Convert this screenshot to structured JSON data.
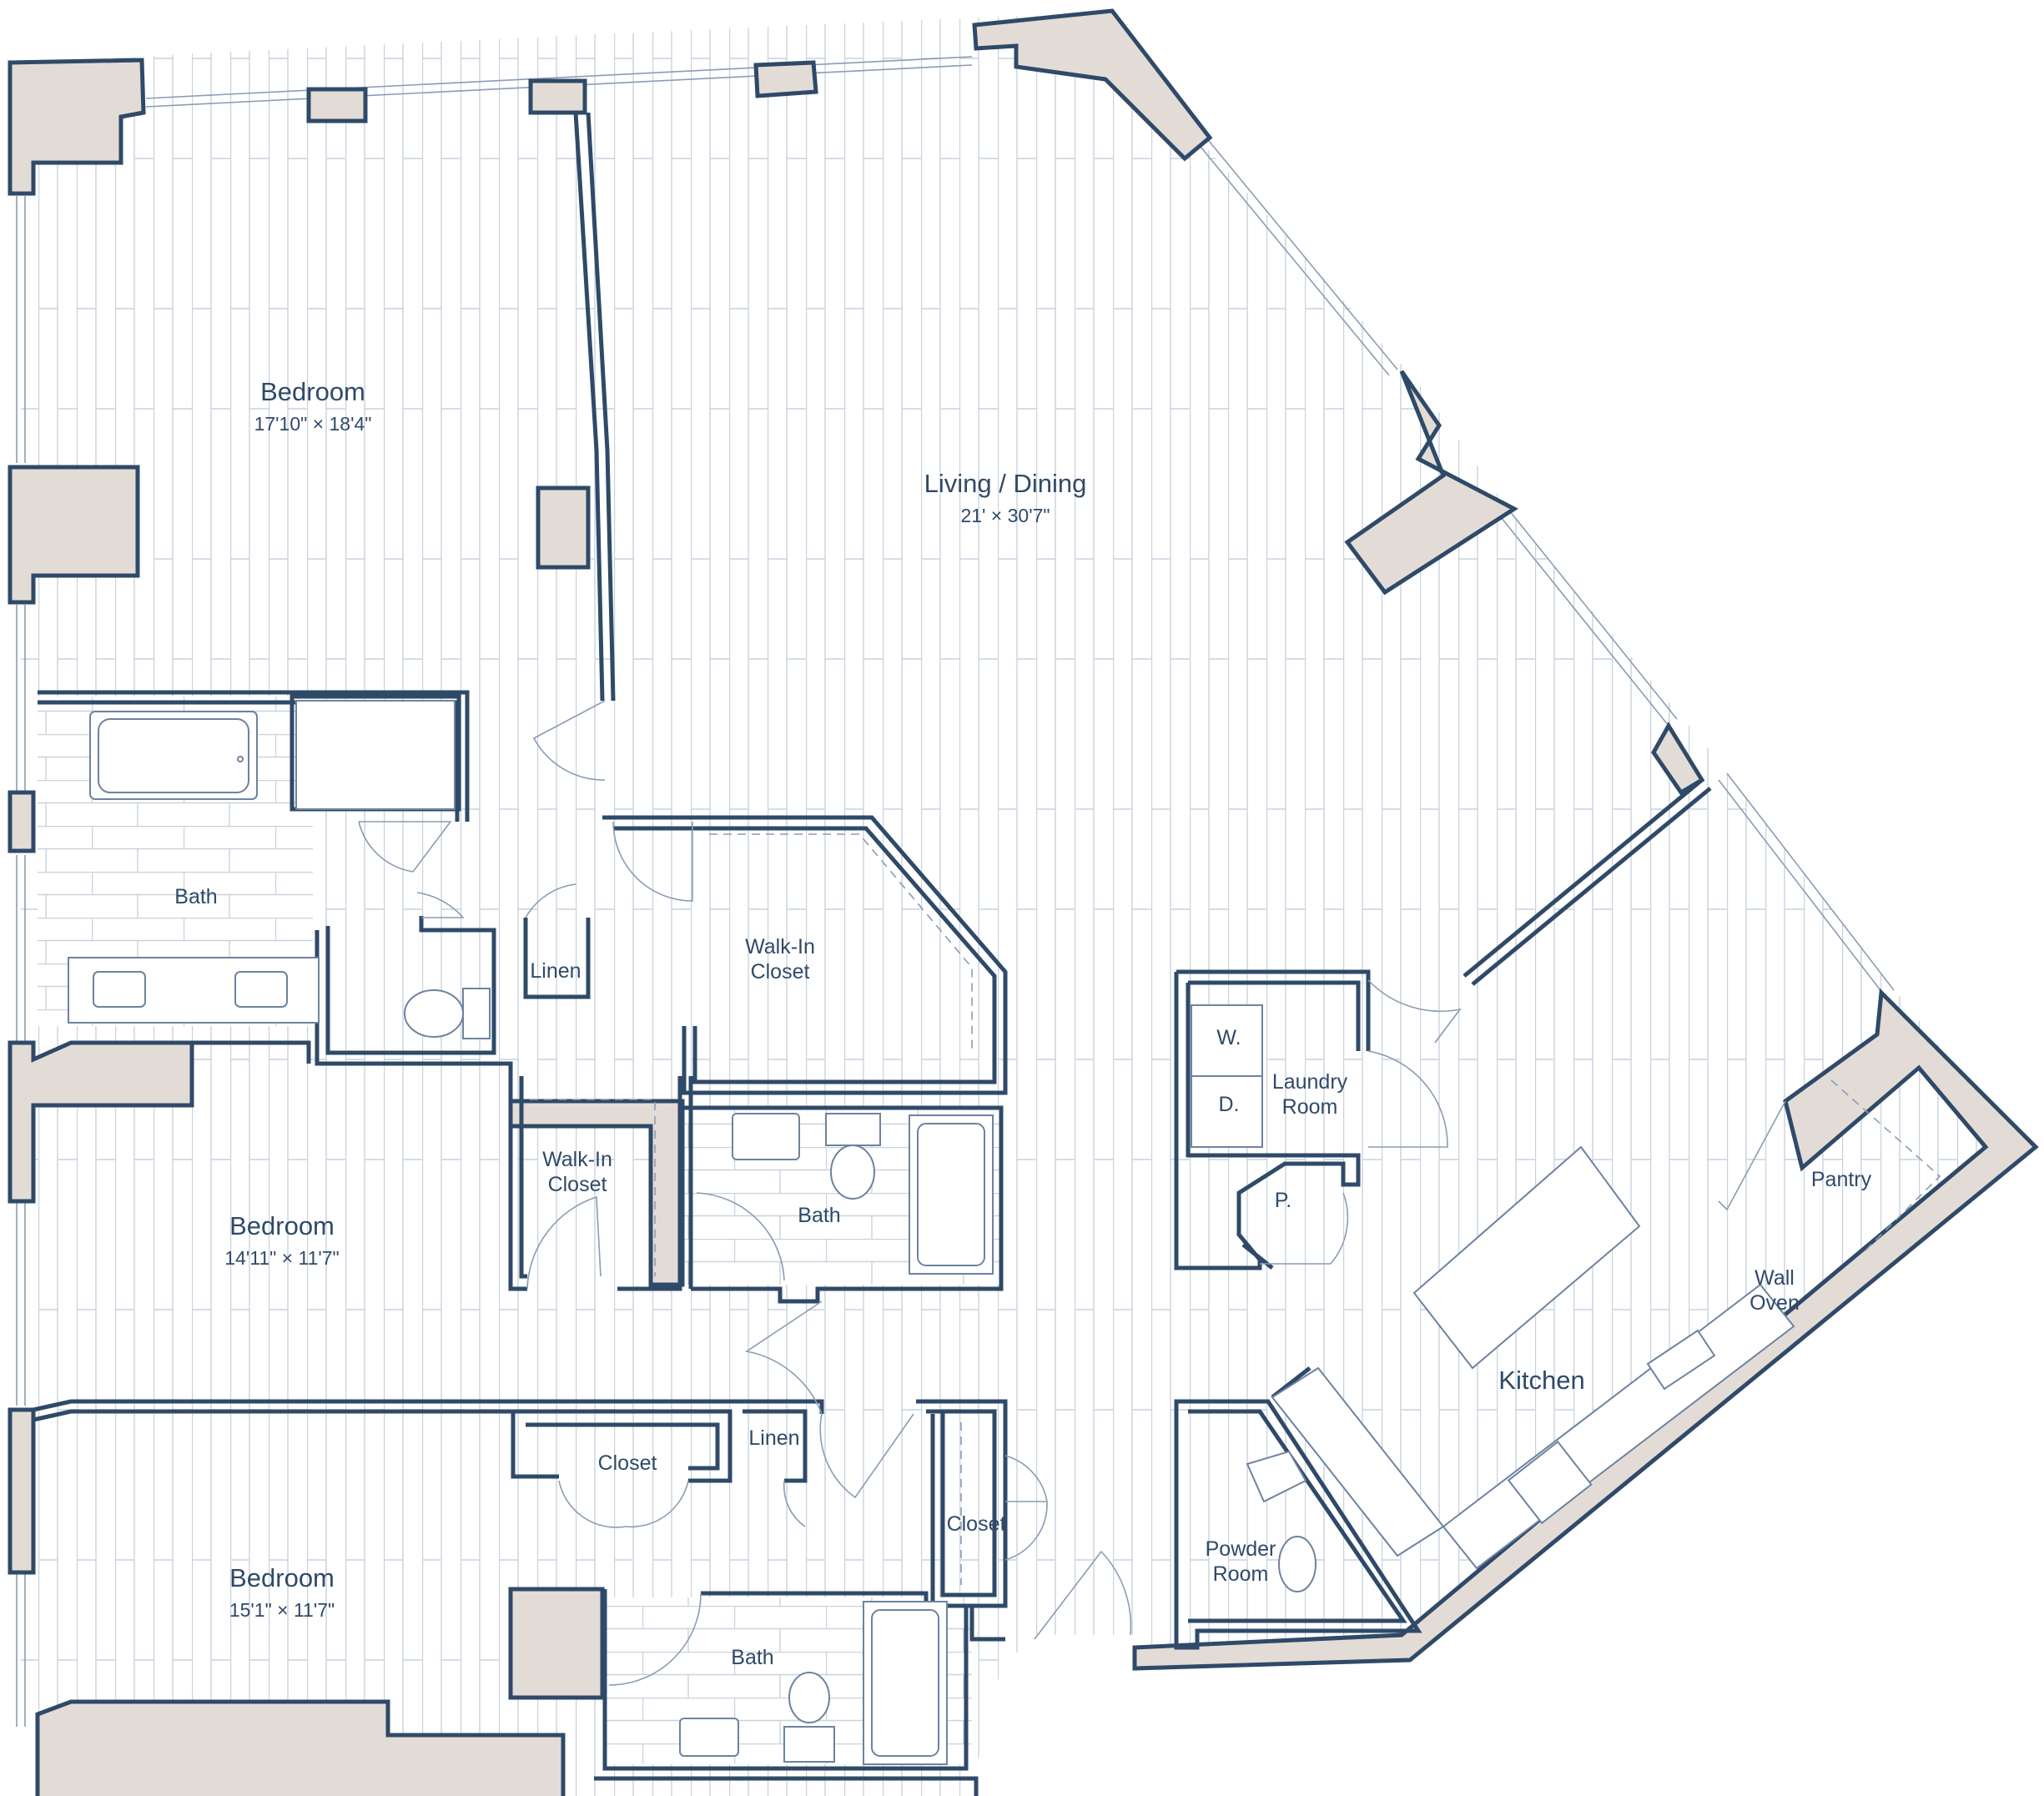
{
  "rooms": {
    "bedroom_1": {
      "name": "Bedroom",
      "dims": "17'10\" × 18'4\""
    },
    "living_dining": {
      "name": "Living / Dining",
      "dims": "21' × 30'7\""
    },
    "bedroom_2": {
      "name": "Bedroom",
      "dims": "14'11\" × 11'7\""
    },
    "bedroom_3": {
      "name": "Bedroom",
      "dims": "15'1\" × 11'7\""
    },
    "bath_1": "Bath",
    "bath_2": "Bath",
    "bath_3": "Bath",
    "linen_1": "Linen",
    "linen_2": "Linen",
    "walkin_1": [
      "Walk-In",
      "Closet"
    ],
    "walkin_2": [
      "Walk-In",
      "Closet"
    ],
    "closet_1": "Closet",
    "closet_2": "Closet",
    "laundry": [
      "Laundry",
      "Room"
    ],
    "washer": "W.",
    "dryer": "D.",
    "pantry_small": "P.",
    "pantry": "Pantry",
    "wall_oven": [
      "Wall",
      "Oven"
    ],
    "kitchen": "Kitchen",
    "powder": [
      "Powder",
      "Room"
    ]
  },
  "colors": {
    "wall_fill": "#e3dcd6",
    "wall_stroke": "#2f4a68",
    "floor_lines": "#c9d2de",
    "label": "#2f4a68"
  }
}
